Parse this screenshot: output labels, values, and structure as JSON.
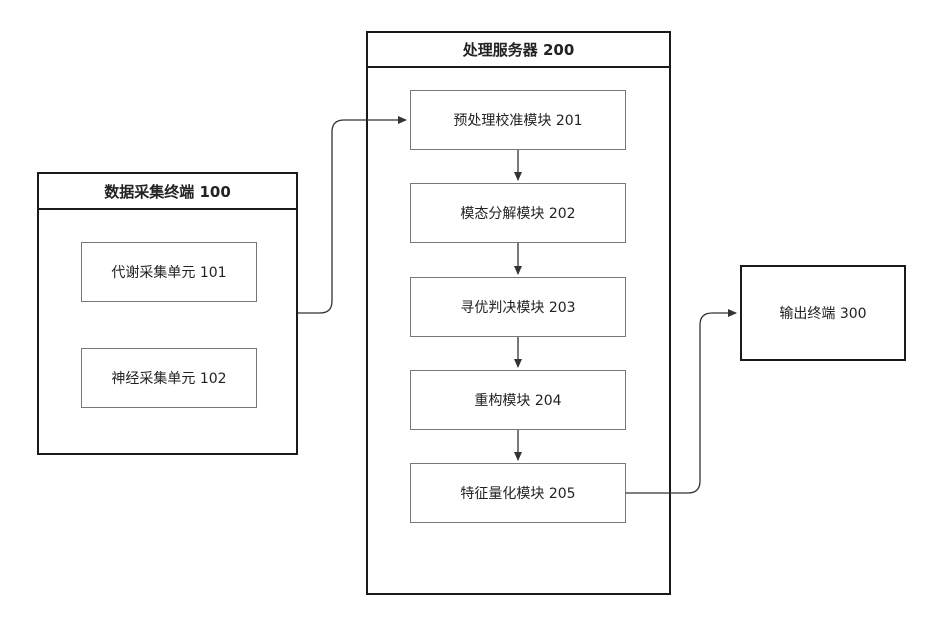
{
  "data_terminal": {
    "title": "数据采集终端 100",
    "units": [
      {
        "label": "代谢采集单元 101"
      },
      {
        "label": "神经采集单元 102"
      }
    ]
  },
  "processing_server": {
    "title": "处理服务器 200",
    "modules": [
      {
        "label": "预处理校准模块 201"
      },
      {
        "label": "模态分解模块 202"
      },
      {
        "label": "寻优判决模块 203"
      },
      {
        "label": "重构模块 204"
      },
      {
        "label": "特征量化模块 205"
      }
    ]
  },
  "output_terminal": {
    "label": "输出终端 300"
  },
  "colors": {
    "border_strong": "#1a1a1a",
    "border_light": "#777777",
    "connector": "#333333"
  }
}
